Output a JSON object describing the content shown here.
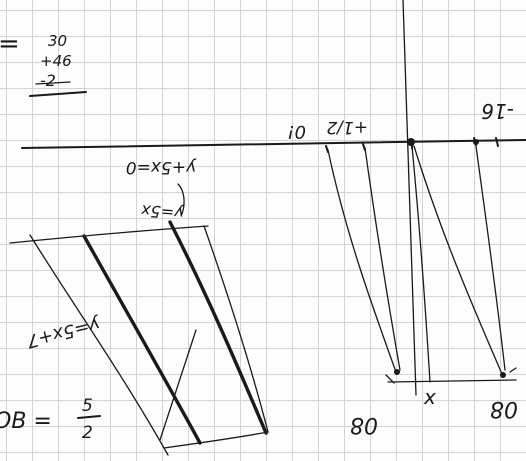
{
  "notes": {
    "sum_top": "30",
    "sum_middle": "+46",
    "sum_bottom": "-2",
    "left_label": "=",
    "top_pair_left": "0!",
    "top_pair_right": "+1/2",
    "top_right": "-16",
    "upper_equation": "y+5x=0",
    "slope_equation": "y=5x",
    "left_equation": "y=5x+7",
    "ratio_lhs": "OB =",
    "ratio_num": "5",
    "ratio_den": "2",
    "bottom_left_mark": "08",
    "bottom_mid_mark": "x",
    "bottom_right_mark": "08"
  },
  "colors": {
    "ink": "#1a1a1a",
    "grid": "#d3d3d3",
    "paper": "#fdfdfd"
  }
}
